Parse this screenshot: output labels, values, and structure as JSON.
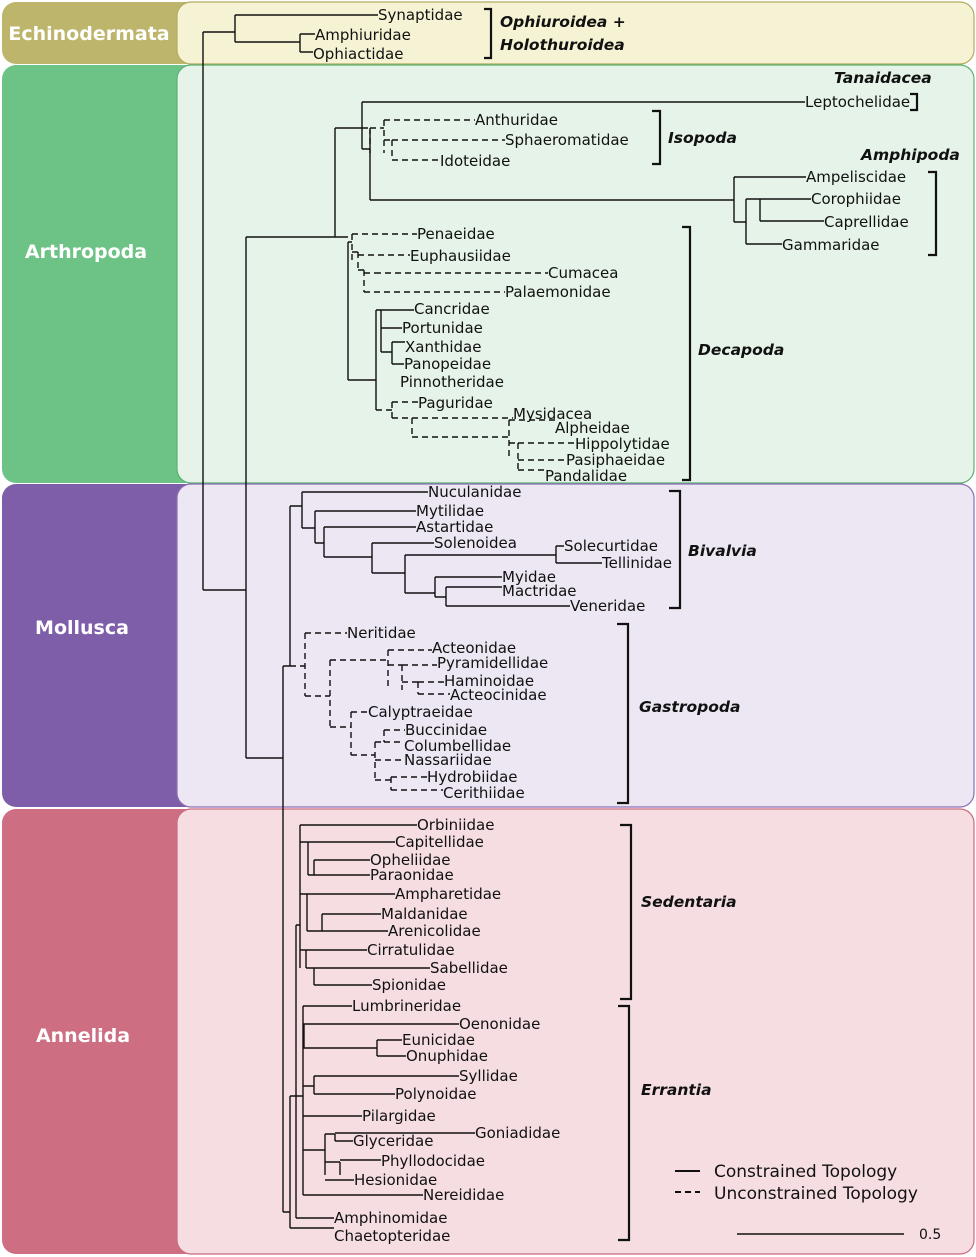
{
  "colors": {
    "echinodermata": {
      "tab": "#bcb56b",
      "panel": "#f5f3d4",
      "border": "#b3ac5d"
    },
    "arthropoda": {
      "tab": "#6dc386",
      "panel": "#e5f3e8",
      "border": "#5bb373"
    },
    "mollusca": {
      "tab": "#7f5ea9",
      "panel": "#ece7f2",
      "border": "#8d6db6"
    },
    "annelida": {
      "tab": "#cd6e82",
      "panel": "#f5dde2",
      "border": "#c96b7e"
    }
  },
  "phyla": [
    "Echinodermata",
    "Arthropoda",
    "Mollusca",
    "Annelida"
  ],
  "groups": {
    "ophiuroidea": "Ophiuroidea +",
    "holothuroidea": "Holothuroidea",
    "tanaidacea": "Tanaidacea",
    "isopoda": "Isopoda",
    "amphipoda": "Amphipoda",
    "decapoda": "Decapoda",
    "bivalvia": "Bivalvia",
    "gastropoda": "Gastropoda",
    "sedentaria": "Sedentaria",
    "errantia": "Errantia"
  },
  "taxa": {
    "echinodermata": [
      "Synaptidae",
      "Amphiuridae",
      "Ophiactidae"
    ],
    "arthropoda": [
      "Leptochelidae",
      "Anthuridae",
      "Sphaeromatidae",
      "Idoteidae",
      "Ampeliscidae",
      "Corophiidae",
      "Caprellidae",
      "Gammaridae",
      "Penaeidae",
      "Euphausiidae",
      "Cumacea",
      "Palaemonidae",
      "Cancridae",
      "Portunidae",
      "Xanthidae",
      "Panopeidae",
      "Pinnotheridae",
      "Paguridae",
      "Mysidacea",
      "Alpheidae",
      "Hippolytidae",
      "Pasiphaeidae",
      "Pandalidae"
    ],
    "mollusca": [
      "Nuculanidae",
      "Mytilidae",
      "Astartidae",
      "Solenoidea",
      "Solecurtidae",
      "Tellinidae",
      "Myidae",
      "Mactridae",
      "Veneridae",
      "Neritidae",
      "Acteonidae",
      "Pyramidellidae",
      "Haminoidae",
      "Acteocinidae",
      "Calyptraeidae",
      "Buccinidae",
      "Columbellidae",
      "Nassariidae",
      "Hydrobiidae",
      "Cerithiidae"
    ],
    "annelida": [
      "Orbiniidae",
      "Capitellidae",
      "Opheliidae",
      "Paraonidae",
      "Ampharetidae",
      "Maldanidae",
      "Arenicolidae",
      "Cirratulidae",
      "Sabellidae",
      "Spionidae",
      "Lumbrineridae",
      "Oenonidae",
      "Eunicidae",
      "Onuphidae",
      "Syllidae",
      "Polynoidae",
      "Pilargidae",
      "Goniadidae",
      "Glyceridae",
      "Phyllodocidae",
      "Hesionidae",
      "Nereididae",
      "Amphinomidae",
      "Chaetopteridae"
    ]
  },
  "legend": {
    "constrained": "Constrained Topology",
    "unconstrained": "Unconstrained Topology",
    "scale": "0.5"
  }
}
